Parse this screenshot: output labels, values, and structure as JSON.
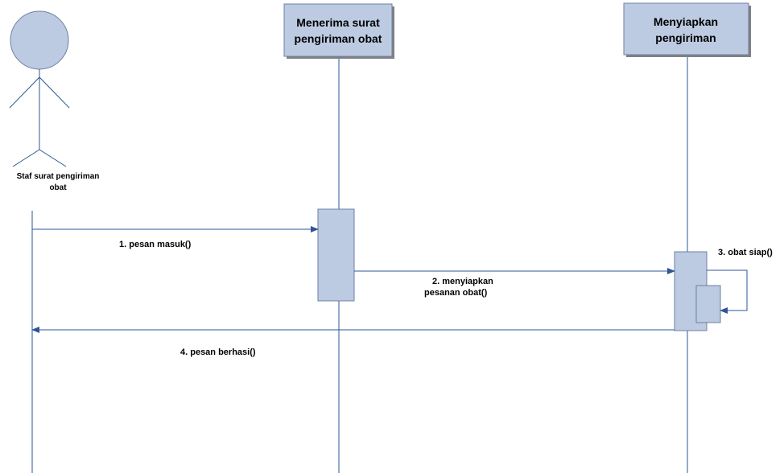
{
  "diagram": {
    "type": "sequence",
    "colors": {
      "line": "#2e5597",
      "fill": "#bccbe2",
      "box_stroke": "#6d7fa5",
      "shadow": "#808080"
    },
    "actor": {
      "icon": "stick-figure-icon",
      "label_line1": "Staf surat pengiriman",
      "label_line2": "obat"
    },
    "objects": [
      {
        "title_line1": "Menerima surat",
        "title_line2": "pengiriman obat"
      },
      {
        "title_line1": "Menyiapkan",
        "title_line2": "pengiriman"
      }
    ],
    "messages": [
      {
        "label": "1. pesan masuk()"
      },
      {
        "label_line1": "2. menyiapkan",
        "label_line2": "pesanan obat()"
      },
      {
        "label": "3. obat siap()"
      },
      {
        "label": "4. pesan berhasi()"
      }
    ]
  }
}
